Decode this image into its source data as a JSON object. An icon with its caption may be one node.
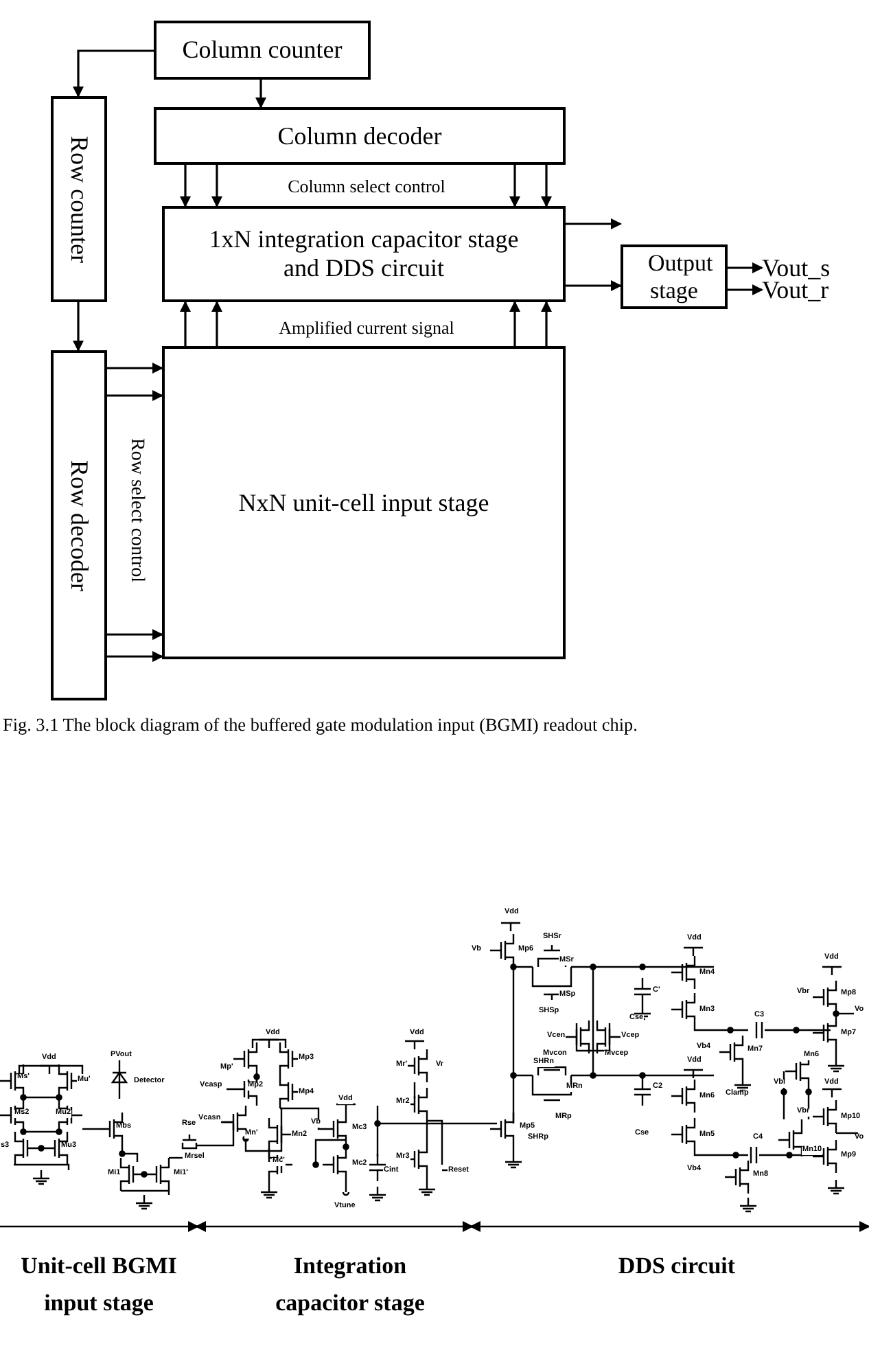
{
  "diagram": {
    "caption": "Fig. 3.1    The block diagram of the buffered gate modulation input (BGMI) readout chip.",
    "nodes": [
      {
        "text": [
          "Column counter"
        ]
      },
      {
        "text": [
          "Row counter"
        ]
      },
      {
        "text": [
          "Column decoder"
        ]
      },
      {
        "text": [
          "1xN integration capacitor stage and DDS circuit"
        ]
      },
      {
        "text": [
          "Output stage"
        ]
      },
      {
        "text": [
          "Row decoder"
        ]
      },
      {
        "text": [
          "NxN unit-cell input stage"
        ]
      },
      {
        "text": [
          "Vout_s"
        ]
      },
      {
        "text": [
          "Vout_r"
        ]
      }
    ],
    "edges": [
      {
        "from": 0,
        "to": 1,
        "arrow": "to"
      },
      {
        "from": 0,
        "to": 2,
        "arrow": "to"
      },
      {
        "from": 1,
        "to": 5,
        "arrow": "to"
      },
      {
        "from": 2,
        "to": 3,
        "arrow": "to"
      },
      {
        "from": 2,
        "to": 3,
        "arrow": "to"
      },
      {
        "from": 2,
        "to": 3,
        "arrow": "to"
      },
      {
        "from": 2,
        "to": 3,
        "arrow": "to"
      },
      {
        "from": 6,
        "to": 3,
        "arrow": "to"
      },
      {
        "from": 6,
        "to": 3,
        "arrow": "to"
      },
      {
        "from": 6,
        "to": 3,
        "arrow": "to"
      },
      {
        "from": 6,
        "to": 3,
        "arrow": "to"
      },
      {
        "from": 3,
        "to": 4,
        "arrow": "to"
      },
      {
        "from": 3,
        "to": 4,
        "arrow": "to"
      },
      {
        "from": 4,
        "to": 7,
        "arrow": "to"
      },
      {
        "from": 4,
        "to": 8,
        "arrow": "to"
      },
      {
        "from": 5,
        "to": 6,
        "arrow": "to"
      },
      {
        "from": 5,
        "to": 6,
        "arrow": "to"
      },
      {
        "from": 5,
        "to": 6,
        "arrow": "to"
      },
      {
        "from": 5,
        "to": 6,
        "arrow": "to"
      }
    ],
    "labels": [
      "Column select control",
      "Amplified current signal",
      "Row select control",
      "Vdd",
      "Ms'",
      "Mu'",
      "Ms2",
      "Mu2",
      "s3",
      "Mu3",
      "PVout",
      "Detector",
      "Mbs",
      "Mi1",
      "Mi1'",
      "Rse",
      "Mrsel",
      "Vdd",
      "Mp'",
      "Mp3",
      "Vcasp",
      "Mp2",
      "Mp4",
      "Vdd",
      "Vcasn",
      "Mn'",
      "Mn2",
      "Vb",
      "Mc3",
      "Mc'",
      "Mc2",
      "Cint",
      "Vtune",
      "Vdd",
      "Mr'",
      "Vr",
      "Mr2",
      "Mr3",
      "Reset",
      "Vdd",
      "Vb",
      "Mp6",
      "SHSr",
      "MSr",
      "MSp",
      "SHSp",
      "C'",
      "Cse",
      "Vcen",
      "Vcep",
      "Mvcon",
      "Mvcep",
      "SHRn",
      "MRn",
      "C2",
      "MRp",
      "SHRp",
      "Mp5",
      "Vdd",
      "Mn4",
      "Mn3",
      "C3",
      "Vb4",
      "Mn7",
      "Mn6",
      "Clamp",
      "Vbl",
      "Vdd",
      "Vbr",
      "Mp8",
      "Vo",
      "Mp7",
      "Vdd",
      "Mn6",
      "Cse",
      "Mn5",
      "C4",
      "Mn10",
      "Vb4",
      "Mn8",
      "Vdd",
      "Vbr",
      "Mp10",
      "Vo",
      "Mp9",
      "Unit-cell BGMI input stage",
      "Integration capacitor stage",
      "DDS circuit"
    ]
  }
}
